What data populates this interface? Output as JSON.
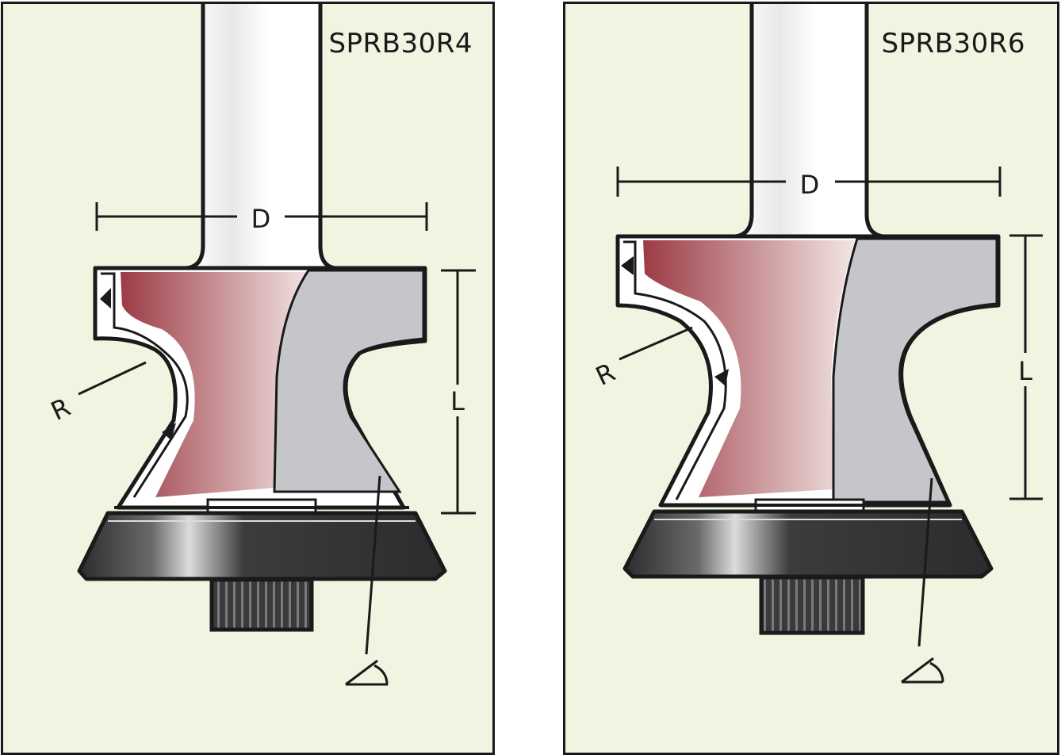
{
  "colors": {
    "background": "#f1f4e1",
    "outline": "#1a1a1a",
    "body_grey": "#c4c6c9",
    "carbide_dark": "#9c3b45",
    "carbide_light": "#f2e6e4",
    "bearing_dark": "#3b3b3d"
  },
  "panels": [
    {
      "model": "SPRB30R4",
      "labels": {
        "diameter": "D",
        "length": "L",
        "radius": "R",
        "angle": "∠"
      }
    },
    {
      "model": "SPRB30R6",
      "labels": {
        "diameter": "D",
        "length": "L",
        "radius": "R",
        "angle": "∠"
      }
    }
  ]
}
